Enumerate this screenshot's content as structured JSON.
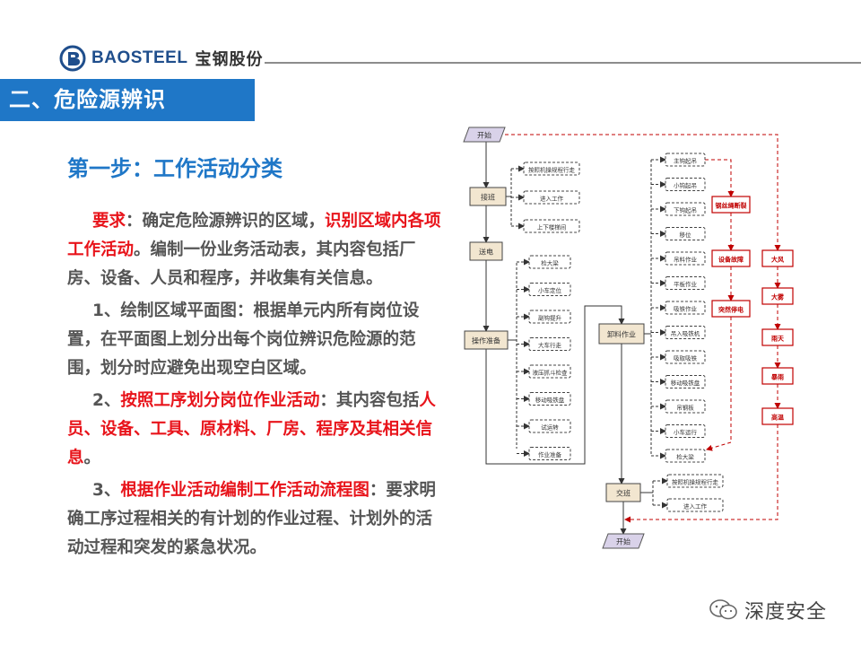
{
  "header": {
    "brand": "BAOSTEEL",
    "brand_cn": "宝钢股份"
  },
  "banner": {
    "title": "二、危险源辨识"
  },
  "step_title": "第一步：工作活动分类",
  "paragraphs": {
    "p1": {
      "a": "要求",
      "b": "：确定危险源辨识的区域，",
      "c": "识别区域内各项工作活动",
      "d": "。编制一份业务活动表，其内容包括厂房、设备、人员和程序，并收集有关信息。"
    },
    "p2": {
      "a": "1、绘制区域平面图：根据单元内所有岗位设置，在平面图上划分出每个岗位辨识危险源的范围，划分时应避免出现空白区域。"
    },
    "p3": {
      "a": "2、",
      "b": "按照工序划分岗位作业活动",
      "c": "：其内容包括",
      "d": "人员、设备、工具、原材料、厂房、程序及其相关信息",
      "e": "。"
    },
    "p4": {
      "a": "3、",
      "b": "根据作业活动编制工作活动流程图",
      "c": "：要求明确工序过程相关的有计划的作业过程、计划外的活动过程和突发的紧急状况。"
    }
  },
  "flowchart": {
    "start": "开始",
    "end": "开始",
    "main": [
      "接班",
      "送电",
      "操作准备",
      "卸料作业",
      "交班"
    ],
    "jieban_sub": [
      "按照机操规程行走",
      "进入工作",
      "上下楼梯间"
    ],
    "prep_sub": [
      "检大梁",
      "小车定位",
      "副钩提升",
      "大车行走",
      "液压抓斗检查",
      "移动吸铁盘",
      "试运转",
      "作业准备"
    ],
    "unload_sub": [
      "主钩起吊",
      "小钩起吊",
      "下钩起吊",
      "移位",
      "吊料作业",
      "平板作业",
      "吸铁作业",
      "吊入吸铁机",
      "吸取吸铁",
      "移动吸铁盘",
      "吊钢板",
      "小车运行",
      "检大梁"
    ],
    "jiaoban_sub": [
      "按照机操规程行走",
      "进入工作"
    ],
    "red_mid": [
      "钢丝绳断裂",
      "设备故障",
      "突然停电"
    ],
    "red_right": [
      "大风",
      "大雾",
      "雨天",
      "暴雨",
      "高温"
    ]
  },
  "watermark": {
    "text": "深度安全"
  },
  "colors": {
    "banner": "#1f77c7",
    "title": "#1f77c7",
    "emphasis": "#e8141b",
    "flow_box": "#c00000"
  }
}
